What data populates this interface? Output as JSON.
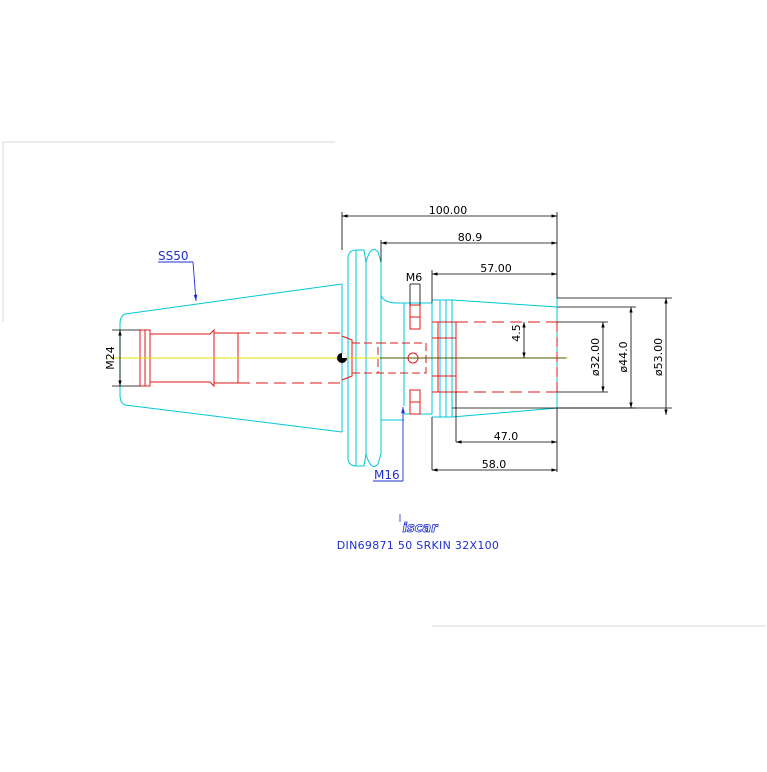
{
  "drawing": {
    "labels": {
      "collet_type": "SS50",
      "retention_thread": "M24",
      "clamp_thread": "M16",
      "side_screw": "M6"
    },
    "dimensions": {
      "overall_length": "100.00",
      "flange_to_end": "80.9",
      "bore_depth": "57.00",
      "inner_depth": "47.0",
      "body_length": "58.0",
      "offset": "4.5",
      "bore_diameter": "ø32.00",
      "body_diameter": "ø44.0",
      "outer_diameter": "ø53.00"
    },
    "logo": "iscar",
    "caption": "DIN69871  50  SRKIN  32X100"
  },
  "colors": {
    "outline": "#00c8d8",
    "hidden": "#e01818",
    "center": "#e8e000",
    "dimension": "#000000",
    "label": "#1f2fd0"
  }
}
